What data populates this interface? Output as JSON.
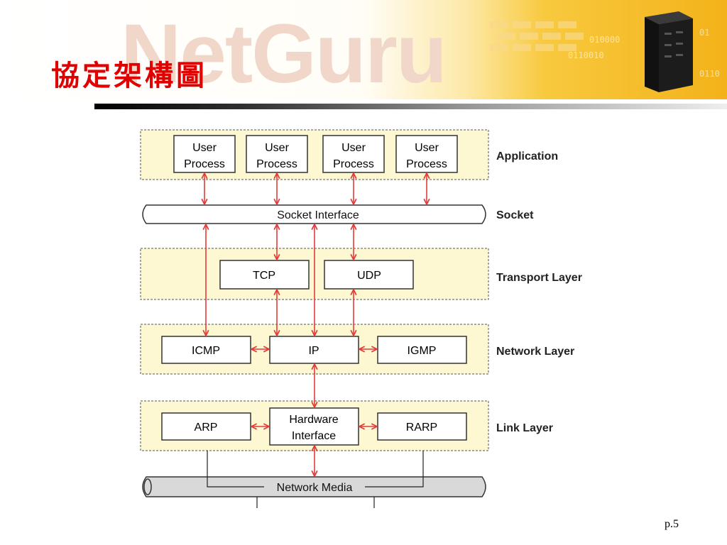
{
  "slide": {
    "title": "協定架構圖",
    "watermark": "NetGuru",
    "page_number": "p.5"
  },
  "diagram": {
    "layers": {
      "application": "Application",
      "socket": "Socket",
      "transport": "Transport Layer",
      "network": "Network Layer",
      "link": "Link Layer"
    },
    "user_process": {
      "line1": "User",
      "line2": "Process"
    },
    "socket_interface": "Socket Interface",
    "tcp": "TCP",
    "udp": "UDP",
    "icmp": "ICMP",
    "ip": "IP",
    "igmp": "IGMP",
    "arp": "ARP",
    "hardware_interface": {
      "line1": "Hardware",
      "line2": "Interface"
    },
    "rarp": "RARP",
    "network_media": "Network Media"
  },
  "colors": {
    "title": "#e00000",
    "layer_fill": "#fdf8d2",
    "arrow": "#e23b3b",
    "media_fill": "#d9d9d9"
  }
}
